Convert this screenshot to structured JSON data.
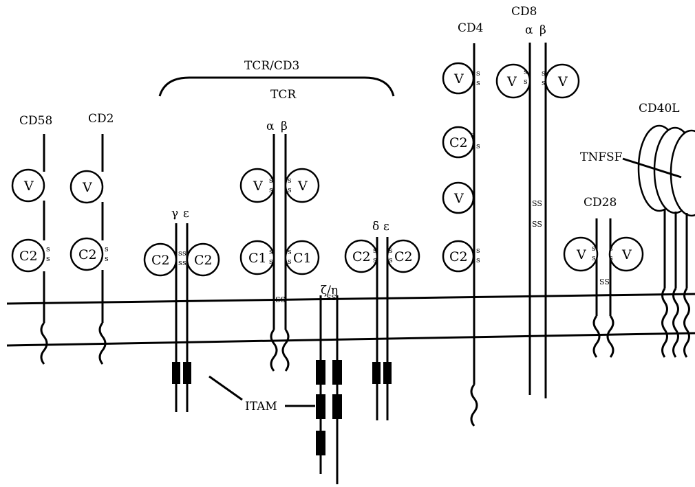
{
  "labels": {
    "cd58": "CD58",
    "cd2": "CD2",
    "tcr_cd3": "TCR/CD3",
    "tcr": "TCR",
    "tcr_alpha": "α",
    "tcr_beta": "β",
    "cd3_gamma": "γ",
    "cd3_eps1": "ε",
    "cd3_delta": "δ",
    "cd3_eps2": "ε",
    "zeta_eta": "ζ/η",
    "cd4": "CD4",
    "cd8": "CD8",
    "cd8_alpha": "α",
    "cd8_beta": "β",
    "cd40l": "CD40L",
    "tnfsf": "TNFSF",
    "cd28": "CD28",
    "itam": "ITAM"
  },
  "domains": {
    "v": "V",
    "c1": "C1",
    "c2": "C2",
    "ss": "SS",
    "s": "s"
  }
}
